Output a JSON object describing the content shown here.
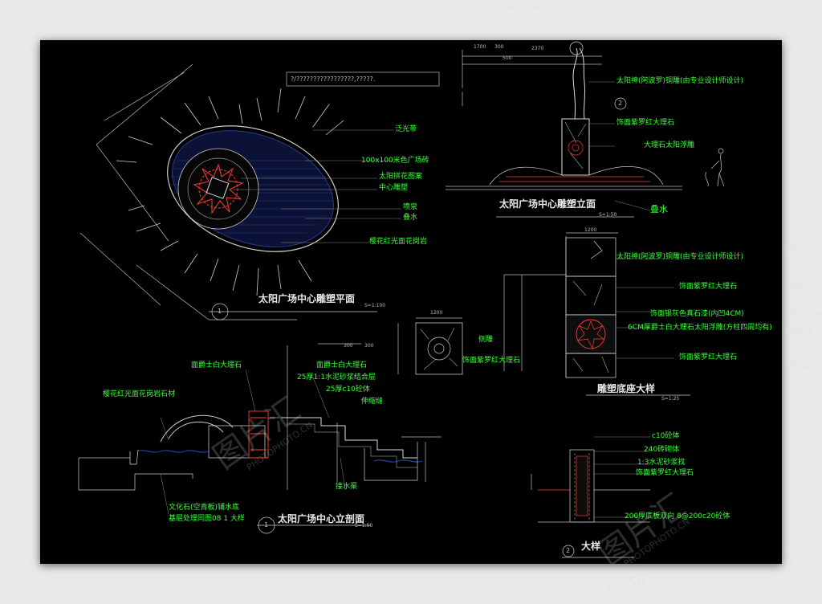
{
  "colors": {
    "background": "#000000",
    "label_green": "#3cff3c",
    "title_white": "#e8e8e8",
    "line_grey": "#bbbbbb",
    "accent_red": "#ff3b30",
    "water_blue": "#2a3f9a"
  },
  "plan": {
    "title": "太阳广场中心雕塑平面",
    "scale": "S=1:100",
    "number": "1",
    "note": "?/?????????????????,?????.",
    "labels": [
      "泛光带",
      "100x100米色广场砖",
      "太阳拼花图案",
      "中心雕塑",
      "喷泉",
      "叠水",
      "樱花红光面花岗岩"
    ]
  },
  "elevation": {
    "title": "太阳广场中心雕塑立面",
    "scale": "S=1:50",
    "dims": [
      "1700",
      "300",
      "2370",
      "500"
    ],
    "labels": [
      "太阳神(阿波罗)铜雕(由专业设计师设计)",
      "饰面紫罗红大理石",
      "大理石太阳浮雕"
    ],
    "number": "2",
    "water_label": "叠水"
  },
  "base": {
    "title": "雕塑底座大样",
    "scale": "S=1:25",
    "dim_top": "1200",
    "labels": [
      "太阳神(阿波罗)铜雕(由专业设计师设计)",
      "饰面紫罗红大理石",
      "饰面银灰色真石漆(内凹4CM)",
      "6CM厚爵士白大理石太阳浮雕(方柱四周均有)",
      "饰面紫罗红大理石"
    ],
    "side_labels": [
      "侧雕",
      "饰面紫罗红大理石"
    ],
    "small_dim": "1200"
  },
  "section": {
    "title": "太阳广场中心立剖面",
    "scale": "S=1:50",
    "number": "1",
    "labels_left": [
      "面爵士白大理石",
      "樱花红光面花岗岩石材"
    ],
    "labels_right": [
      "面爵士白大理石",
      "25厚1:1水泥砂浆结合层",
      "25厚c10砼体",
      "伸缩缝",
      "接水渠"
    ],
    "dims": [
      "300",
      "300"
    ],
    "bottom": [
      "文化石(空青板)铺水底",
      "基层处理同图08 1 大样"
    ]
  },
  "detail": {
    "labels": [
      "c10砼体",
      "240砖砌体",
      "1:3水泥砂浆找",
      "饰面紫罗红大理石",
      "200厚底板双向 8@200c20砼体"
    ],
    "number": "2",
    "title": "大样"
  },
  "outside": {
    "dims": [
      "1700",
      "300",
      "2370"
    ],
    "labels": [
      "计师设计",
      "大理石",
      "漆内凹4CM",
      "四周均有",
      "红大理石",
      "c10砼体",
      "大样"
    ],
    "number": "2"
  },
  "watermark": {
    "logo": "图片汇",
    "url": "PHOTOPHOTO.CN"
  }
}
